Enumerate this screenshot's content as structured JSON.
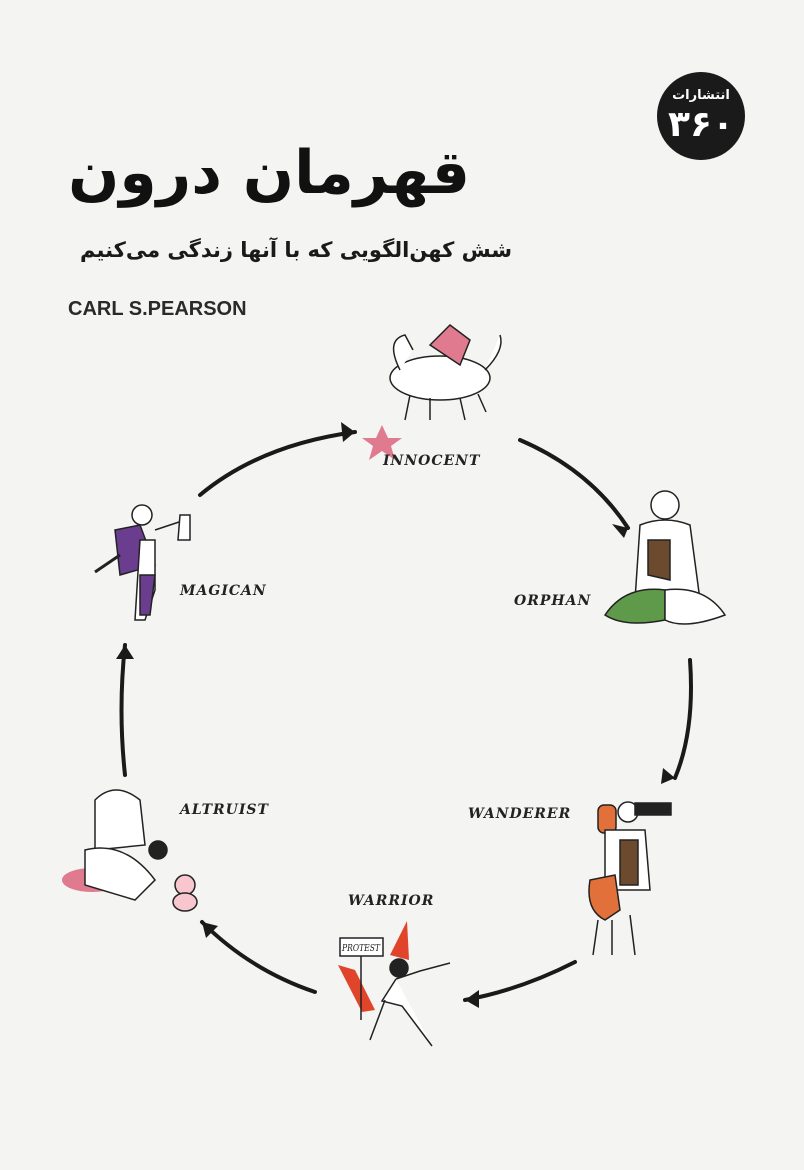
{
  "publisher": {
    "label": "انتشارات",
    "number": "۳۶۰"
  },
  "title": "قهرمان درون",
  "subtitle": "شش کهن‌الگویی که با آنها زندگی می‌کنیم",
  "author": "CARL S.PEARSON",
  "archetypes": [
    {
      "label": "INNOCENT"
    },
    {
      "label": "ORPHAN"
    },
    {
      "label": "WANDERER"
    },
    {
      "label": "WARRIOR"
    },
    {
      "label": "ALTRUIST"
    },
    {
      "label": "MAGICAN"
    }
  ],
  "sign_text": "PROTEST",
  "colors": {
    "background": "#f4f4f2",
    "pink": "#e07a8e",
    "green": "#5e9a4a",
    "orange": "#e2703a",
    "red": "#e0442a",
    "purple": "#6a3d8e",
    "brown": "#6b4a2e"
  }
}
